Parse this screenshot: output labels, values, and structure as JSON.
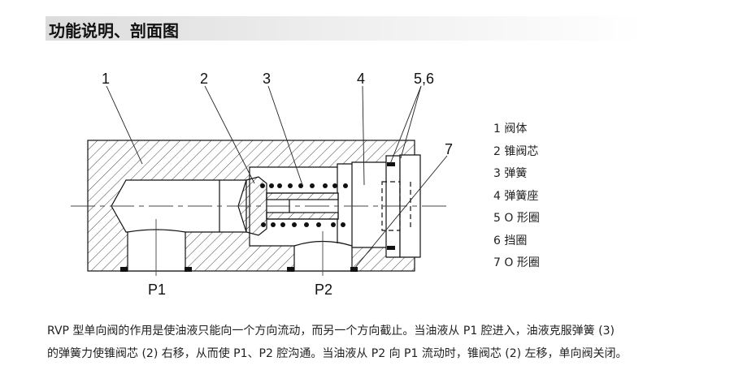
{
  "header": {
    "title": "功能说明、剖面图"
  },
  "diagram": {
    "callouts": [
      "1",
      "2",
      "3",
      "4",
      "5,6",
      "7"
    ],
    "ports": [
      "P1",
      "P2"
    ]
  },
  "legend": [
    {
      "num": "1",
      "text": "阀体"
    },
    {
      "num": "2",
      "text": "锥阀芯"
    },
    {
      "num": "3",
      "text": "弹簧"
    },
    {
      "num": "4",
      "text": "弹簧座"
    },
    {
      "num": "5",
      "text": "O 形圈"
    },
    {
      "num": "6",
      "text": "挡圈"
    },
    {
      "num": "7",
      "text": "O 形圈"
    }
  ],
  "description": {
    "line1": "RVP 型单向阀的作用是使油液只能向一个方向流动，而另一个方向截止。当油液从 P1 腔进入，油液克服弹簧 (3)",
    "line2": "的弹簧力使锥阀芯 (2) 右移，从而使 P1、P2 腔沟通。当油液从 P2 向 P1 流动时，锥阀芯 (2) 左移，单向阀关闭。"
  }
}
